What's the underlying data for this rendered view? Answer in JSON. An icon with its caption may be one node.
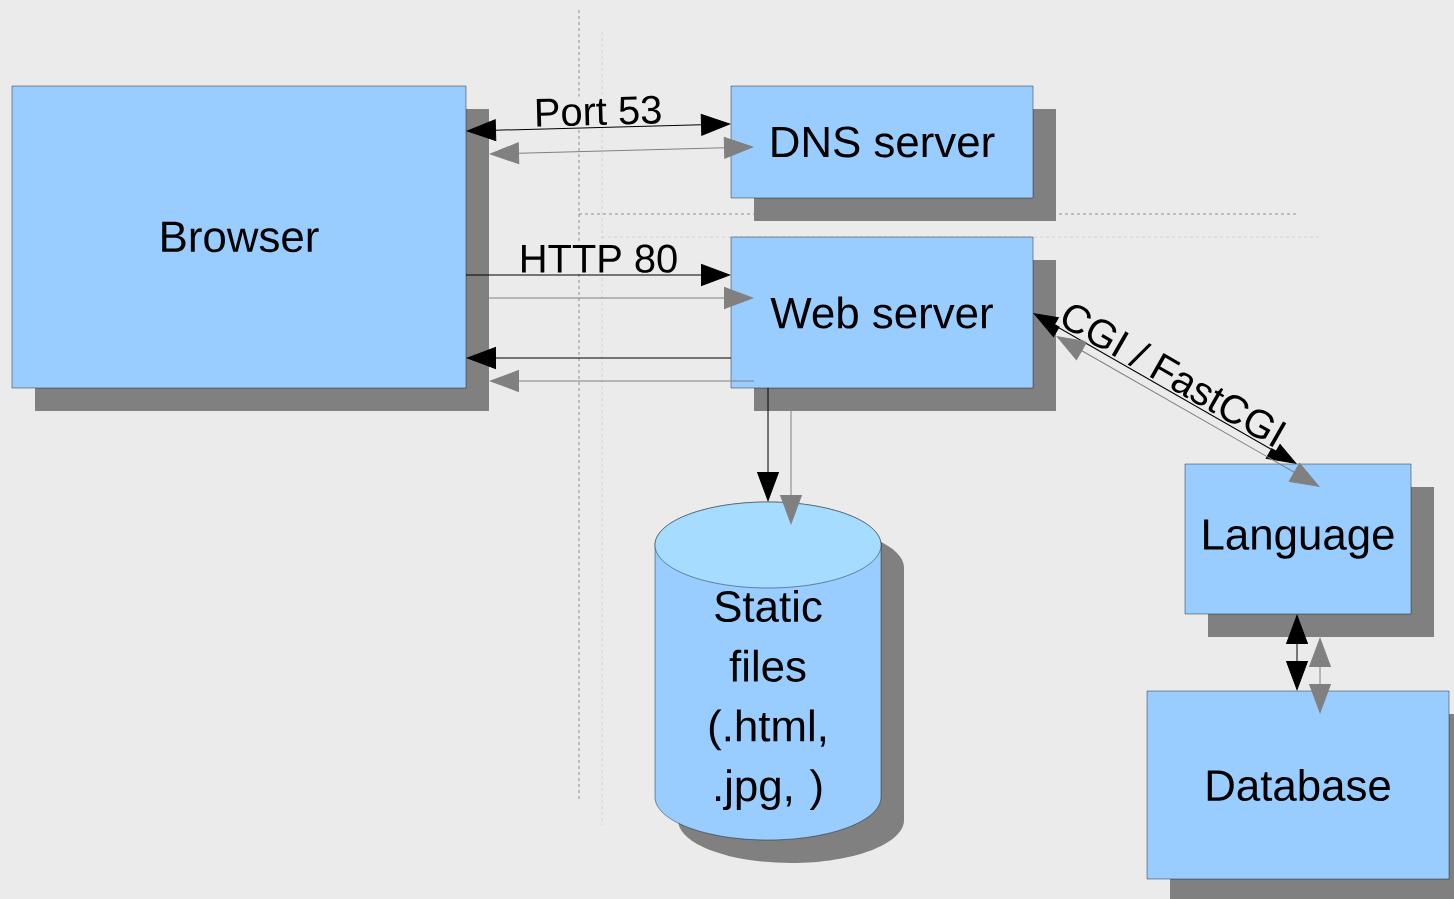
{
  "diagram": {
    "nodes": [
      {
        "text": [
          "Browser"
        ]
      },
      {
        "text": [
          "DNS server"
        ]
      },
      {
        "text": [
          "Web server"
        ]
      },
      {
        "text": [
          "Static files (.html, .jpg, )"
        ]
      },
      {
        "text": [
          "Language"
        ]
      },
      {
        "text": [
          "Database"
        ]
      }
    ],
    "edges": [
      {
        "from": 0,
        "to": 1,
        "arrow": "both",
        "label": "Port 53",
        "color": "#000000"
      },
      {
        "from": 0,
        "to": 1,
        "arrow": "both",
        "color": "#808080"
      },
      {
        "from": 0,
        "to": 2,
        "arrow": "to",
        "label": "HTTP 80",
        "color": "#000000"
      },
      {
        "from": 0,
        "to": 2,
        "arrow": "to",
        "color": "#808080"
      },
      {
        "from": 2,
        "to": 0,
        "arrow": "to",
        "color": "#000000"
      },
      {
        "from": 2,
        "to": 0,
        "arrow": "to",
        "color": "#808080"
      },
      {
        "from": 2,
        "to": 3,
        "arrow": "to",
        "color": "#000000"
      },
      {
        "from": 2,
        "to": 3,
        "arrow": "to",
        "color": "#808080"
      },
      {
        "from": 2,
        "to": 4,
        "arrow": "both",
        "label": "CGI / FastCGI",
        "color": "#000000"
      },
      {
        "from": 2,
        "to": 4,
        "arrow": "both",
        "color": "#808080"
      },
      {
        "from": 4,
        "to": 5,
        "arrow": "both",
        "color": "#000000"
      },
      {
        "from": 4,
        "to": 5,
        "arrow": "both",
        "color": "#808080"
      }
    ]
  }
}
